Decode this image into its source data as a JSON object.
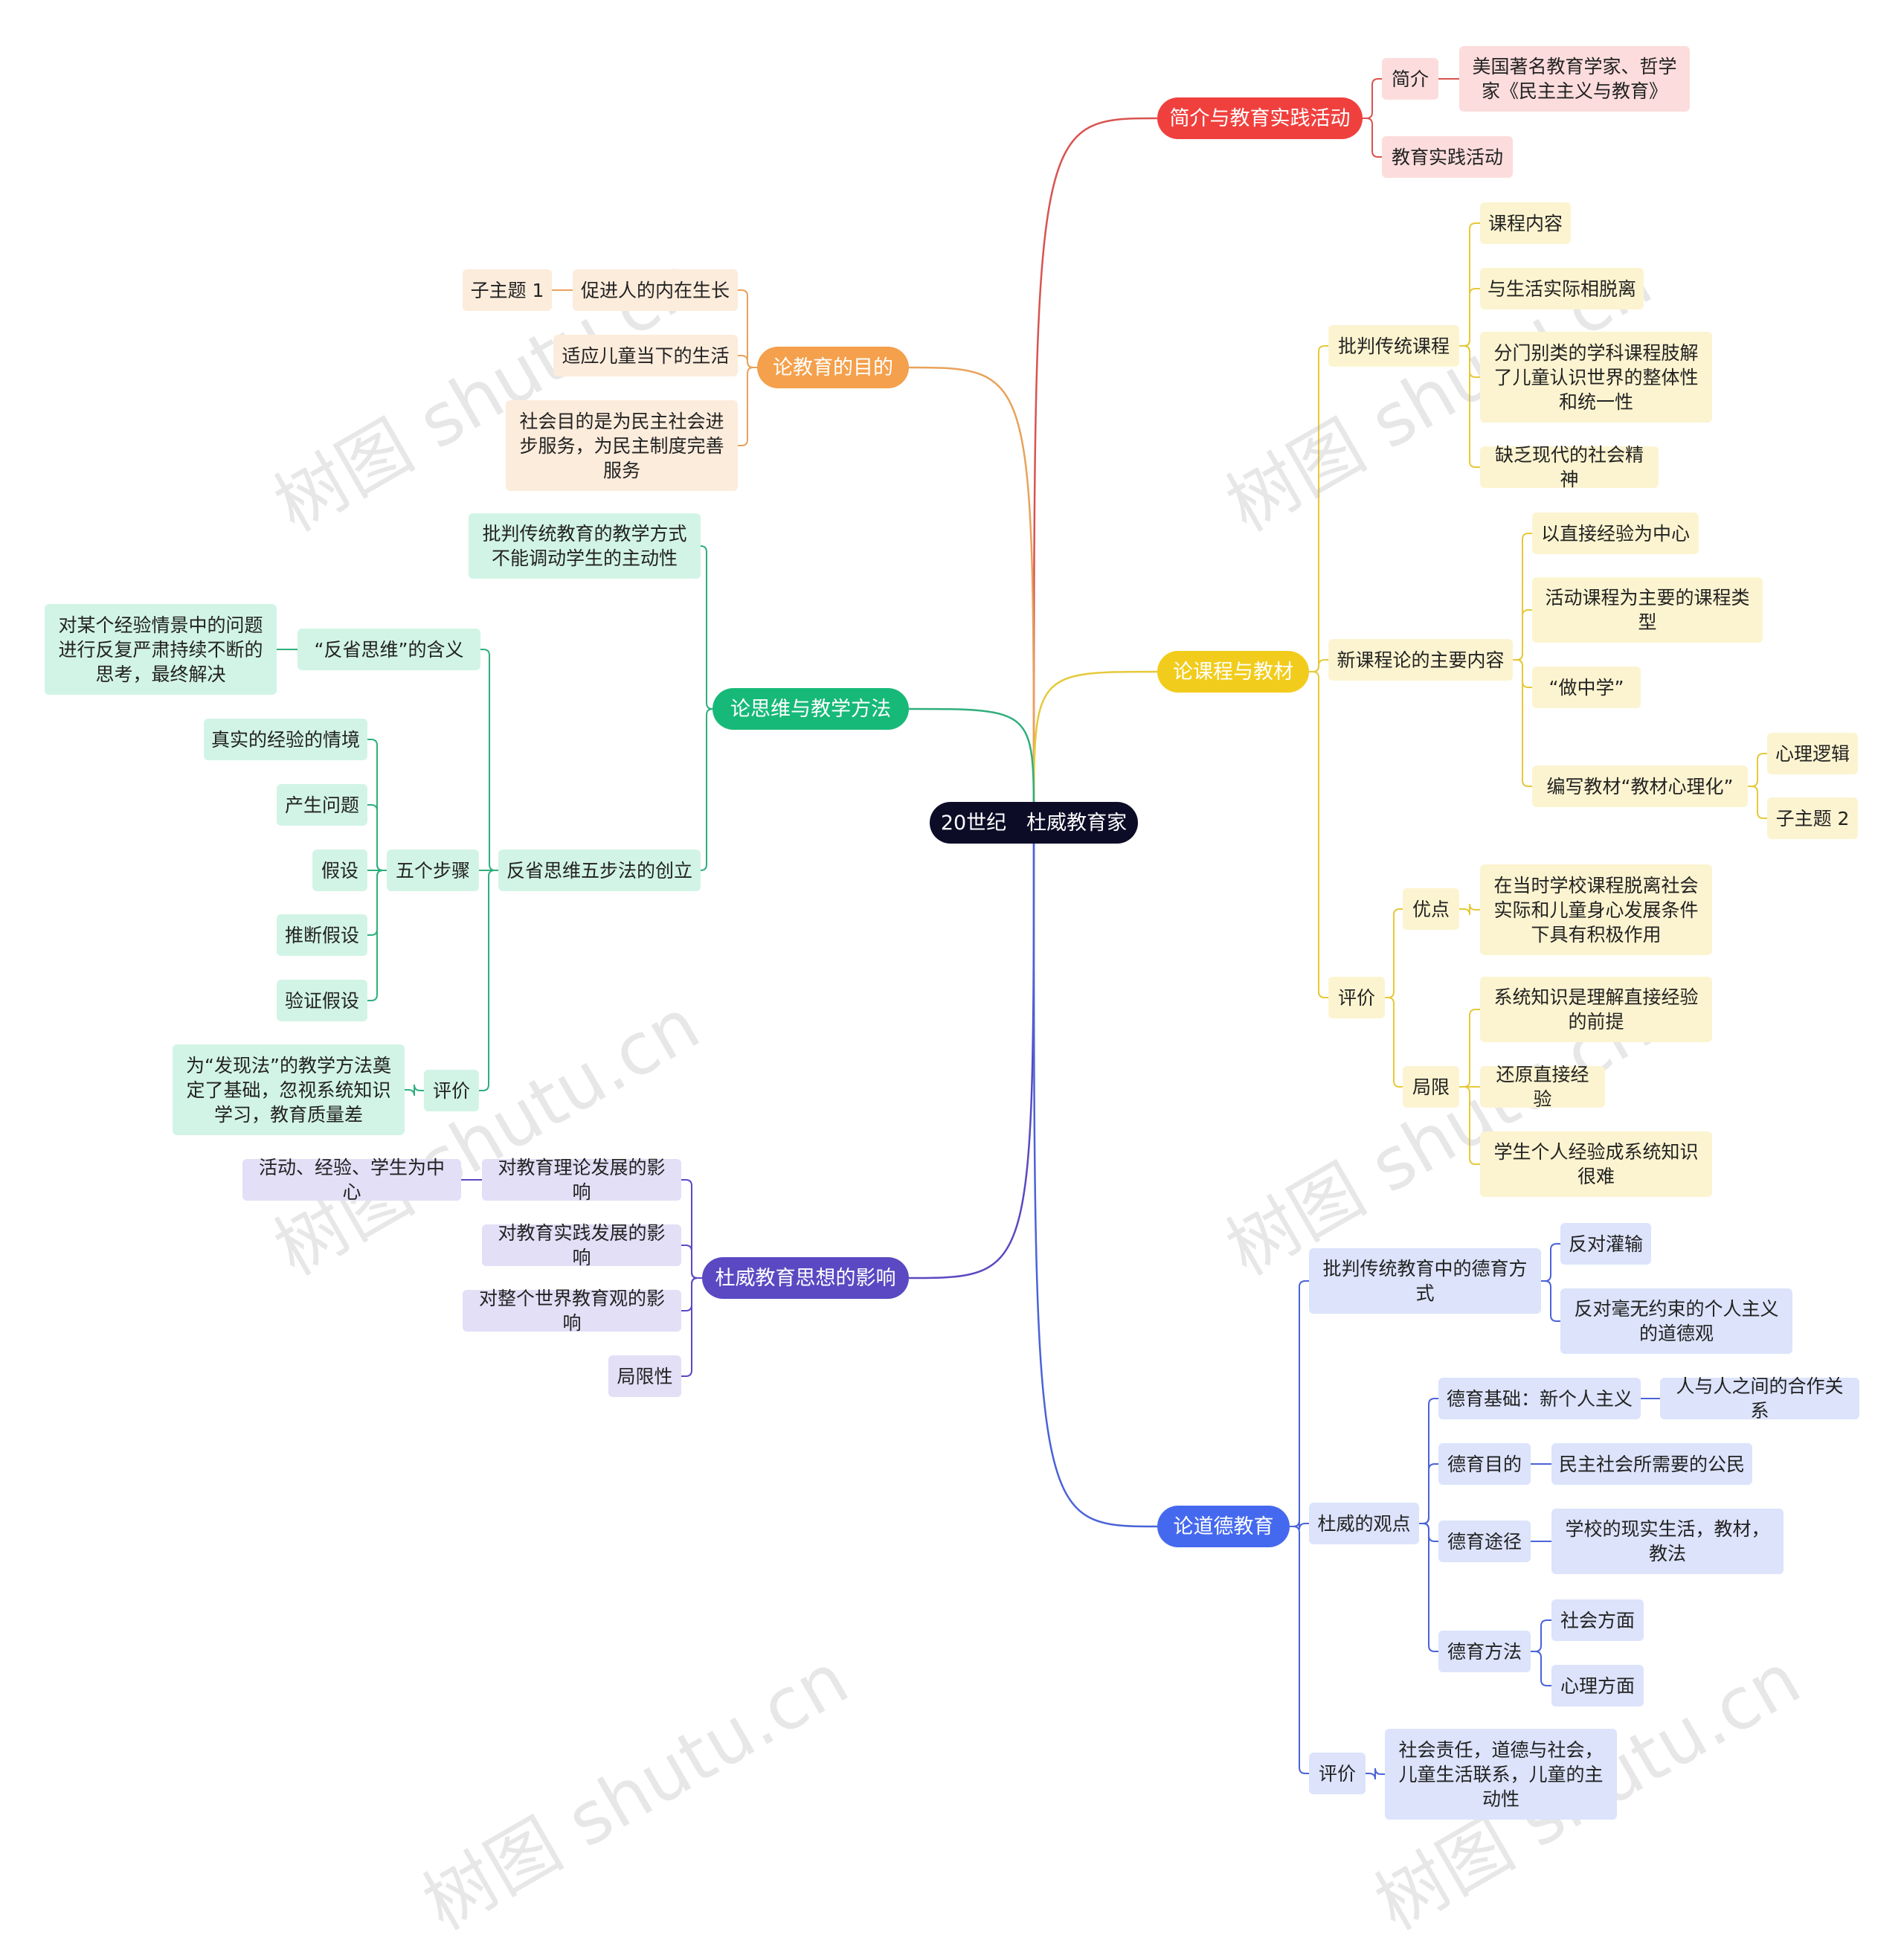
{
  "root": "20世纪　杜威教育家",
  "colors": {
    "root": "#0d0c27",
    "red": "#f0403e",
    "red_bg": "#fcdcdc",
    "red_line": "#d9534f",
    "orange": "#f4a04c",
    "orange_bg": "#fcecdc",
    "orange_line": "#e9a25a",
    "yellow": "#f2cc1c",
    "yellow_bg": "#fcf4d0",
    "yellow_line": "#e6c93a",
    "green": "#17b978",
    "green_bg": "#d2f4e6",
    "green_line": "#2faf7c",
    "purple": "#5a49c2",
    "purple_bg": "#e2dff6",
    "purple_line": "#5a49c2",
    "blue": "#4569ee",
    "blue_bg": "#dce3fb",
    "blue_line": "#4a63d8"
  },
  "intro": {
    "title": "简介与教育实践活动",
    "brief": "简介",
    "brief_text": "美国著名教育学家、哲学家《民主主义与教育》",
    "practice": "教育实践活动"
  },
  "purpose": {
    "title": "论教育的目的",
    "growth": "促进人的内在生长",
    "growth_sub": "子主题 1",
    "life": "适应儿童当下的生活",
    "social": "社会目的是为民主社会进步服务，为民主制度完善服务"
  },
  "curriculum": {
    "title": "论课程与教材",
    "critique": "批判传统课程",
    "critique_items": [
      "课程内容",
      "与生活实际相脱离",
      "分门别类的学科课程肢解了儿童认识世界的整体性和统一性",
      "缺乏现代的社会精神"
    ],
    "new_theory": "新课程论的主要内容",
    "new_items": [
      "以直接经验为中心",
      "活动课程为主要的课程类型",
      "“做中学”",
      "编写教材“教材心理化”"
    ],
    "psych_items": [
      "心理逻辑",
      "子主题 2"
    ],
    "eval": "评价",
    "merit": "优点",
    "merit_text": "在当时学校课程脱离社会实际和儿童身心发展条件下具有积极作用",
    "limit": "局限",
    "limit_items": [
      "系统知识是理解直接经验的前提",
      "还原直接经验",
      "学生个人经验成系统知识很难"
    ]
  },
  "thinking": {
    "title": "论思维与教学方法",
    "critique": "批判传统教育的教学方式不能调动学生的主动性",
    "reflect_meaning": "“反省思维”的含义",
    "reflect_meaning_text": "对某个经验情景中的问题进行反复严肃持续不断的思考，最终解决",
    "five_step": "反省思维五步法的创立",
    "steps_label": "五个步骤",
    "steps": [
      "真实的经验的情境",
      "产生问题",
      "假设",
      "推断假设",
      "验证假设"
    ],
    "eval": "评价",
    "eval_text": "为“发现法”的教学方法奠定了基础，忽视系统知识学习，教育质量差"
  },
  "influence": {
    "title": "杜威教育思想的影响",
    "theory": "对教育理论发展的影响",
    "theory_sub": "活动、经验、学生为中心",
    "practice": "对教育实践发展的影响",
    "world": "对整个世界教育观的影响",
    "limit": "局限性"
  },
  "moral": {
    "title": "论道德教育",
    "critique": "批判传统教育中的德育方式",
    "critique_items": [
      "反对灌输",
      "反对毫无约束的个人主义的道德观"
    ],
    "view": "杜威的观点",
    "basis": "德育基础：新个人主义",
    "basis_sub": "人与人之间的合作关系",
    "goal": "德育目的",
    "goal_sub": "民主社会所需要的公民",
    "path": "德育途径",
    "path_sub": "学校的现实生活，教材，教法",
    "method": "德育方法",
    "method_items": [
      "社会方面",
      "心理方面"
    ],
    "eval": "评价",
    "eval_text": "社会责任，道德与社会，儿童生活联系，儿童的主动性"
  },
  "watermark": "树图 shutu.cn"
}
